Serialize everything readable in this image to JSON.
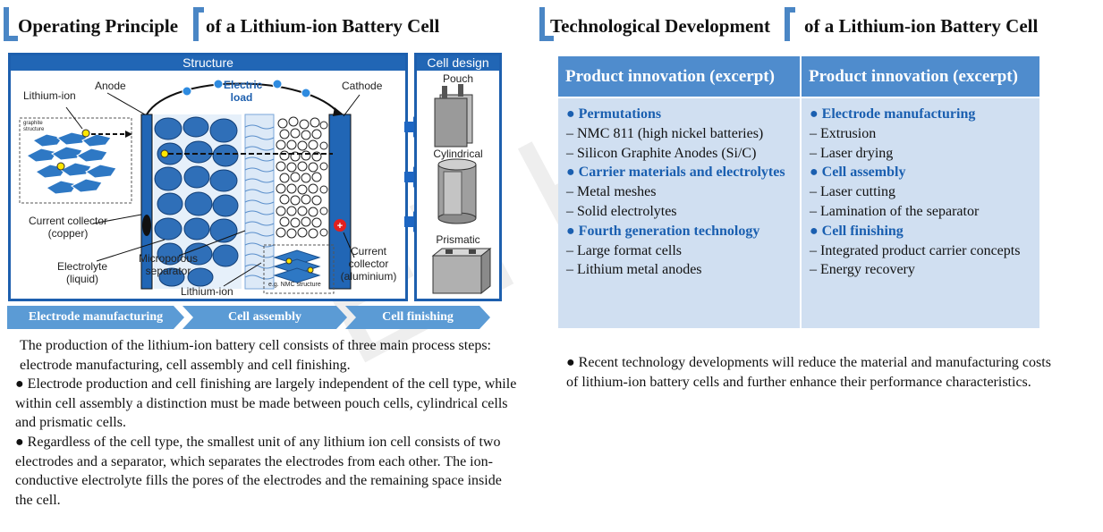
{
  "left": {
    "title_part1": "Operating Principle",
    "title_part2": "of a Lithium-ion Battery Cell",
    "diagram": {
      "structure_label": "Structure",
      "cell_design_label": "Cell design",
      "labels": {
        "lithium_ion_top": "Lithium-ion",
        "graphite": "graphite structure",
        "anode": "Anode",
        "electric_load": "Electric load",
        "cathode": "Cathode",
        "current_collector_copper": "Current collector (copper)",
        "electrolyte": "Electrolyte (liquid)",
        "separator": "Microporous separator",
        "lithium_ion_bottom": "Lithium-ion",
        "nmc": "e.g. NMC structure",
        "current_collector_aluminium": "Current collector (aluminium)",
        "pouch": "Pouch",
        "cylindrical": "Cylindrical",
        "prismatic": "Prismatic"
      }
    },
    "process_steps": [
      "Electrode manufacturing",
      "Cell assembly",
      "Cell finishing"
    ],
    "paragraphs": [
      "The production of the lithium-ion battery cell consists of three main process steps: electrode manufacturing, cell assembly and cell finishing.",
      "● Electrode production and cell finishing are largely independent of the cell type, while within cell assembly a distinction must be made between pouch cells, cylindrical cells and prismatic cells.",
      "● Regardless of the cell type, the smallest unit of any lithium ion cell consists of two electrodes and a separator, which separates the electrodes from each other. The ion-conductive electrolyte fills the pores of the electrodes and the remaining space inside the cell."
    ]
  },
  "right": {
    "title_part1": "Technological Development",
    "title_part2": "of a Lithium-ion Battery Cell",
    "table": {
      "headers": [
        "Product innovation (excerpt)",
        "Product innovation (excerpt)"
      ],
      "col1": [
        {
          "type": "head",
          "text": "● Permutations"
        },
        {
          "type": "item",
          "text": "– NMC 811 (high nickel batteries)"
        },
        {
          "type": "item",
          "text": "– Silicon Graphite Anodes (Si/C)"
        },
        {
          "type": "head",
          "text": "● Carrier materials and electrolytes"
        },
        {
          "type": "item",
          "text": "– Metal meshes"
        },
        {
          "type": "item",
          "text": "– Solid electrolytes"
        },
        {
          "type": "head",
          "text": "● Fourth generation technology"
        },
        {
          "type": "item",
          "text": "– Large format cells"
        },
        {
          "type": "item",
          "text": "– Lithium metal anodes"
        }
      ],
      "col2": [
        {
          "type": "head",
          "text": "● Electrode manufacturing"
        },
        {
          "type": "item",
          "text": "– Extrusion"
        },
        {
          "type": "item",
          "text": "– Laser drying"
        },
        {
          "type": "head",
          "text": "● Cell assembly"
        },
        {
          "type": "item",
          "text": "– Laser cutting"
        },
        {
          "type": "item",
          "text": "– Lamination of the separator"
        },
        {
          "type": "head",
          "text": "● Cell finishing"
        },
        {
          "type": "item",
          "text": "– Integrated product carrier concepts"
        },
        {
          "type": "item",
          "text": "– Energy recovery"
        }
      ]
    },
    "note": "● Recent technology developments will reduce the material and manufacturing costs of lithium-ion battery cells and further enhance their performance characteristics."
  },
  "watermark": "ETH",
  "colors": {
    "accent": "#4a86c5",
    "diagram_blue": "#2166b5",
    "table_header": "#4f8ccd",
    "table_body": "#d0dff1",
    "subhead": "#1a5fb0"
  }
}
